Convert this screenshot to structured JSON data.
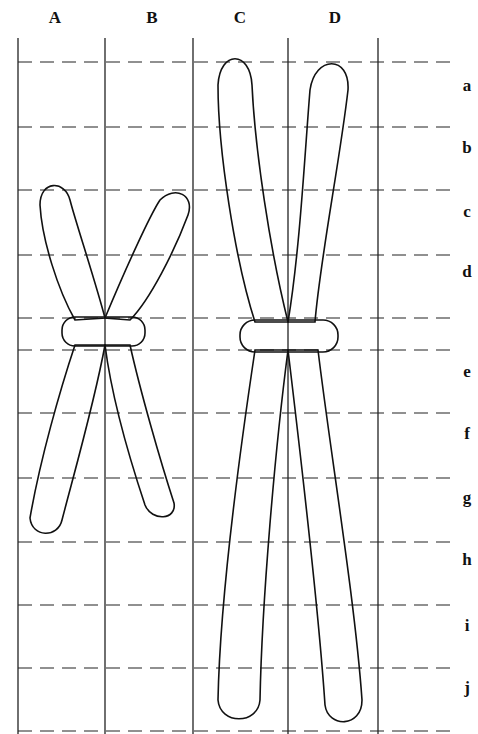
{
  "diagram": {
    "labels": [
      "A",
      "B",
      "C",
      "D",
      "a",
      "b",
      "c",
      "d",
      "e",
      "f",
      "g",
      "h",
      "i",
      "j"
    ]
  }
}
